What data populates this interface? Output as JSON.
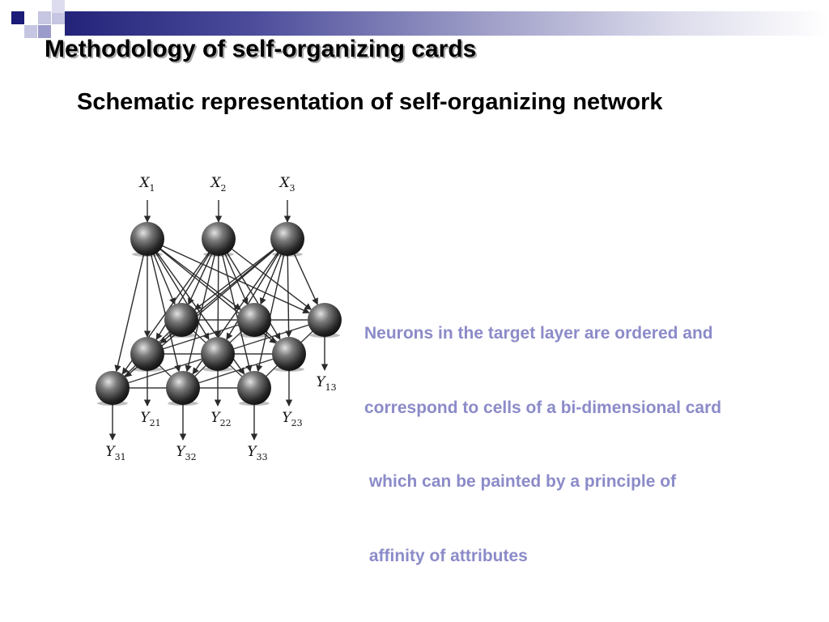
{
  "slide": {
    "title": "Methodology of self-organizing cards",
    "heading": "Schematic representation of self-organizing network"
  },
  "network": {
    "inputs": [
      {
        "var": "X",
        "idx": "1"
      },
      {
        "var": "X",
        "idx": "2"
      },
      {
        "var": "X",
        "idx": "3"
      }
    ],
    "outputs": [
      {
        "var": "Y",
        "idx": "13"
      },
      {
        "var": "Y",
        "idx": "21"
      },
      {
        "var": "Y",
        "idx": "22"
      },
      {
        "var": "Y",
        "idx": "23"
      },
      {
        "var": "Y",
        "idx": "31"
      },
      {
        "var": "Y",
        "idx": "32"
      },
      {
        "var": "Y",
        "idx": "33"
      }
    ]
  },
  "description": {
    "lines": [
      "Neurons in the target layer are ordered and",
      "correspond to cells of a bi-dimensional card",
      " which can be painted by a principle of",
      " affinity of attributes"
    ]
  },
  "colors": {
    "description_text": "#8b8bc9",
    "banner_dark": "#23237a"
  }
}
